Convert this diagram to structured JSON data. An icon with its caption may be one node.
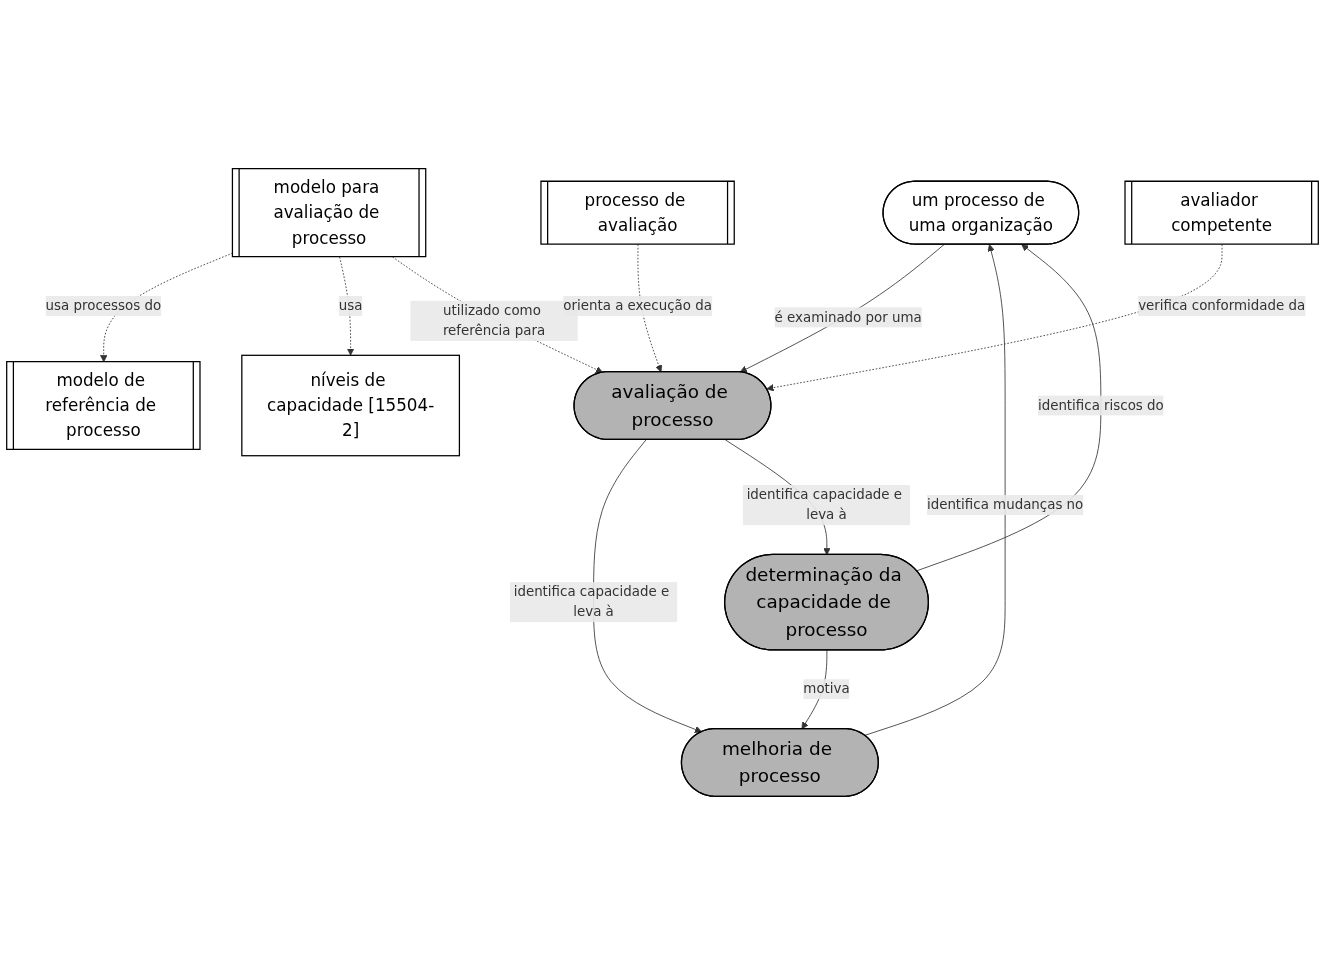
{
  "diagram": {
    "nodes": [
      {
        "text": [
          "modelo de referência de processo"
        ]
      },
      {
        "text": [
          "níveis de capacidade [15504-2]"
        ]
      },
      {
        "text": [
          "um processo de uma organização"
        ]
      },
      {
        "text": [
          "processo de avaliação"
        ]
      },
      {
        "text": [
          "modelo para avaliação de processo"
        ]
      },
      {
        "text": [
          "avaliação de processo"
        ]
      },
      {
        "text": [
          "avaliador competente"
        ]
      },
      {
        "text": [
          "melhoria de processo"
        ]
      },
      {
        "text": [
          "determinação da capacidade de processo"
        ]
      }
    ],
    "edges": [
      {
        "from": 4,
        "to": 0,
        "arrow": "to",
        "label": "usa processos do",
        "style": "dashed"
      },
      {
        "from": 4,
        "to": 1,
        "arrow": "to",
        "label": "usa",
        "style": "dashed"
      },
      {
        "from": 2,
        "to": 5,
        "arrow": "to",
        "label": "é examinado por uma"
      },
      {
        "from": 4,
        "to": 5,
        "arrow": "to",
        "label": "utilizado como referência para",
        "style": "dashed"
      },
      {
        "from": 3,
        "to": 5,
        "arrow": "to",
        "label": "orienta a execução da",
        "style": "dashed"
      },
      {
        "from": 5,
        "to": 7,
        "arrow": "to",
        "label": "identifica capacidade e leva à"
      },
      {
        "from": 5,
        "to": 8,
        "arrow": "to",
        "label": "identifica capacidade e leva à"
      },
      {
        "from": 6,
        "to": 5,
        "arrow": "to",
        "label": "verifica conformidade da",
        "style": "dashed"
      },
      {
        "from": 7,
        "to": 2,
        "arrow": "to",
        "label": "identifica mudanças no"
      },
      {
        "from": 8,
        "to": 2,
        "arrow": "to",
        "label": "identifica riscos do"
      },
      {
        "from": 8,
        "to": 7,
        "arrow": "to",
        "label": "motiva"
      }
    ]
  }
}
